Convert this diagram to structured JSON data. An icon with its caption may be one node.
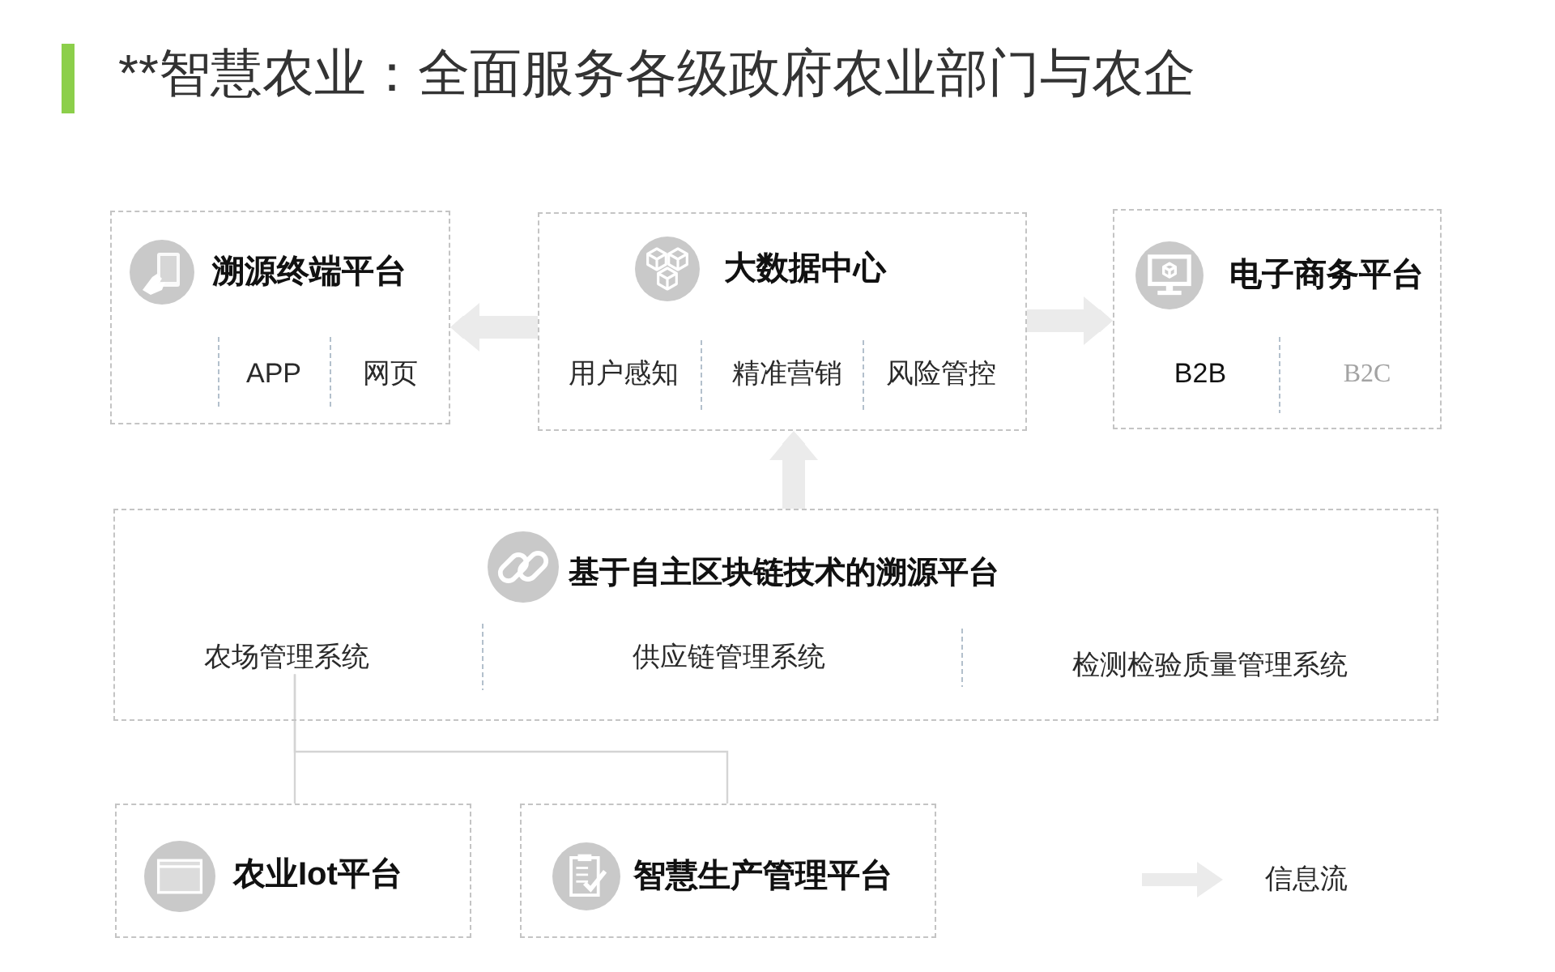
{
  "diagram": {
    "title": "**智慧农业：全面服务各级政府农业部门与农企",
    "nodes": [
      {
        "text": [
          "溯源终端平台"
        ]
      },
      {
        "text": [
          "APP"
        ],
        "in": 0
      },
      {
        "text": [
          "网页"
        ],
        "in": 0
      },
      {
        "text": [
          "大数据中心"
        ]
      },
      {
        "text": [
          "用户感知"
        ],
        "in": 3
      },
      {
        "text": [
          "精准营销"
        ],
        "in": 3
      },
      {
        "text": [
          "风险管控"
        ],
        "in": 3
      },
      {
        "text": [
          "电子商务平台"
        ]
      },
      {
        "text": [
          "B2B"
        ],
        "in": 7
      },
      {
        "text": [
          "B2C"
        ],
        "in": 7
      },
      {
        "text": [
          "基于自主区块链技术的溯源平台"
        ]
      },
      {
        "text": [
          "农场管理系统"
        ],
        "in": 10
      },
      {
        "text": [
          "供应链管理系统"
        ],
        "in": 10
      },
      {
        "text": [
          "检测检验质量管理系统"
        ],
        "in": 10
      },
      {
        "text": [
          "农业Iot平台"
        ]
      },
      {
        "text": [
          "智慧生产管理平台"
        ]
      }
    ],
    "edges": [
      {
        "from": 3,
        "to": 0,
        "arrow": "to"
      },
      {
        "from": 3,
        "to": 7,
        "arrow": "to"
      },
      {
        "from": 10,
        "to": 3,
        "arrow": "to"
      },
      {
        "from": 11,
        "to": 14,
        "arrow": "none",
        "color": "#d4d4d4"
      },
      {
        "from": 11,
        "to": 15,
        "arrow": "none",
        "color": "#d4d4d4"
      }
    ],
    "legend": [
      {
        "text": "信息流"
      }
    ]
  }
}
